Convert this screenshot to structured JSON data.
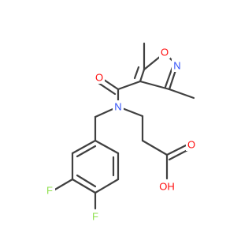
{
  "colors": {
    "bond": "#404040",
    "oxygen": "#ff0d0d",
    "nitrogen": "#3050f8",
    "fluorine": "#90e050",
    "background": "#ffffff"
  },
  "atoms": {
    "ring_O": "O",
    "ring_N": "N",
    "carbonyl_O": "O",
    "amide_N": "N",
    "acid_O_double": "O",
    "acid_OH": "OH",
    "F_top": "F",
    "F_bottom": "F"
  }
}
